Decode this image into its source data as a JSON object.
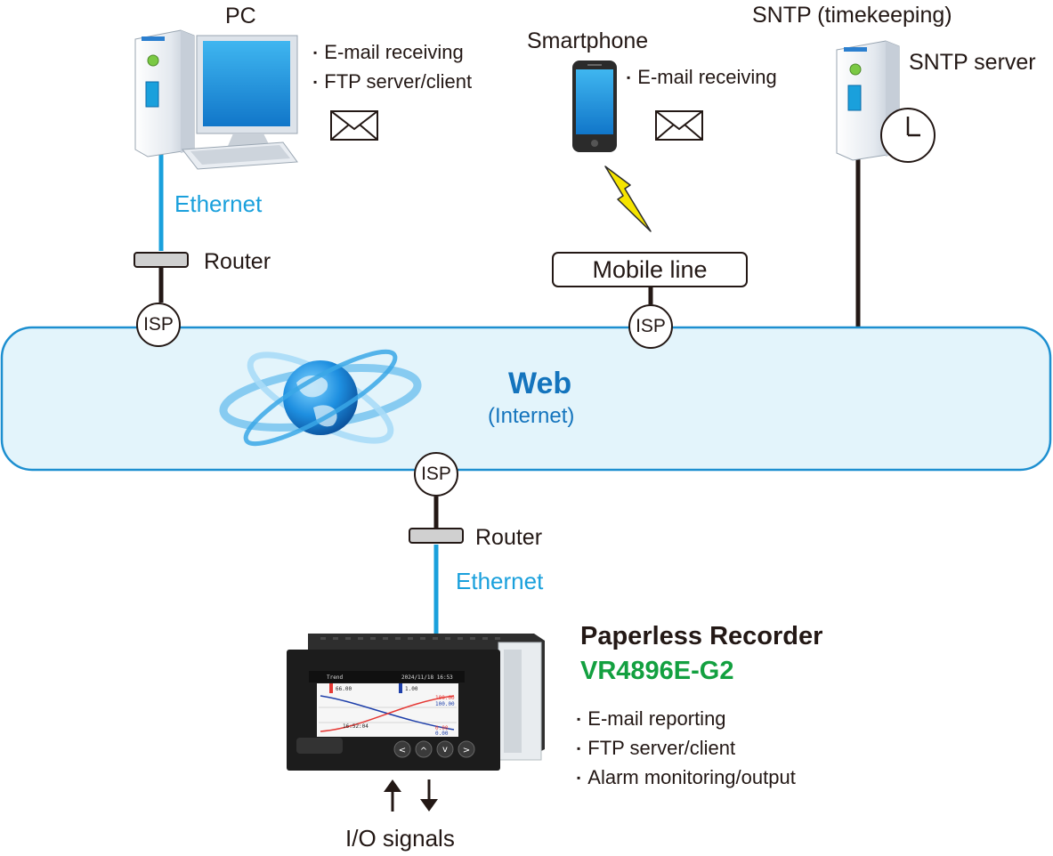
{
  "pc": {
    "title": "PC",
    "features": [
      "E-mail receiving",
      "FTP server/client"
    ],
    "link_label": "Ethernet",
    "router_label": "Router",
    "isp_label": "ISP"
  },
  "smartphone": {
    "title": "Smartphone",
    "features": [
      "E-mail receiving"
    ],
    "line_label": "Mobile line",
    "isp_label": "ISP"
  },
  "sntp": {
    "title": "SNTP (timekeeping)",
    "server_label": "SNTP server"
  },
  "internet": {
    "title": "Web",
    "subtitle": "(Internet)",
    "isp_label": "ISP"
  },
  "recorder": {
    "router_label": "Router",
    "link_label": "Ethernet",
    "title": "Paperless Recorder",
    "model": "VR4896E-G2",
    "features": [
      "E-mail reporting",
      "FTP server/client",
      "Alarm monitoring/output"
    ],
    "io_label": "I/O signals",
    "screen": {
      "header": "Trend",
      "datetime": "2024/11/18 16:53",
      "value1": "66.00",
      "value2": "1.00",
      "scale_top1": "100.00",
      "scale_top2": "100.00",
      "scale_bot1": "0.00",
      "scale_bot2": "0.00",
      "time": "16:52:04"
    },
    "buttons": [
      "<",
      "^",
      "v",
      ">"
    ]
  },
  "colors": {
    "ethernet": "#1aa0dc",
    "cable": "#231815",
    "internet_fill": "#e3f4fb",
    "internet_border": "#1d8fd0",
    "title_blue": "#1474bd",
    "model_green": "#13a040",
    "lightning": "#f5e400"
  }
}
